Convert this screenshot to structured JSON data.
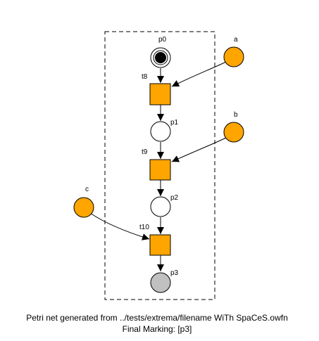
{
  "diagram": {
    "places": {
      "p0": "p0",
      "p1": "p1",
      "p2": "p2",
      "p3": "p3",
      "a": "a",
      "b": "b",
      "c": "c"
    },
    "transitions": {
      "t8": "t8",
      "t9": "t9",
      "t10": "t10"
    },
    "caption": {
      "line1": "Petri net generated from ../tests/extrema/filename WiTh SpaCeS.owfn",
      "line2": "Final Marking: [p3]"
    }
  },
  "colors": {
    "transition_fill": "#FFA500",
    "interface_place_fill": "#FFA500",
    "final_place_fill": "#C0C0C0",
    "token": "#000000"
  }
}
